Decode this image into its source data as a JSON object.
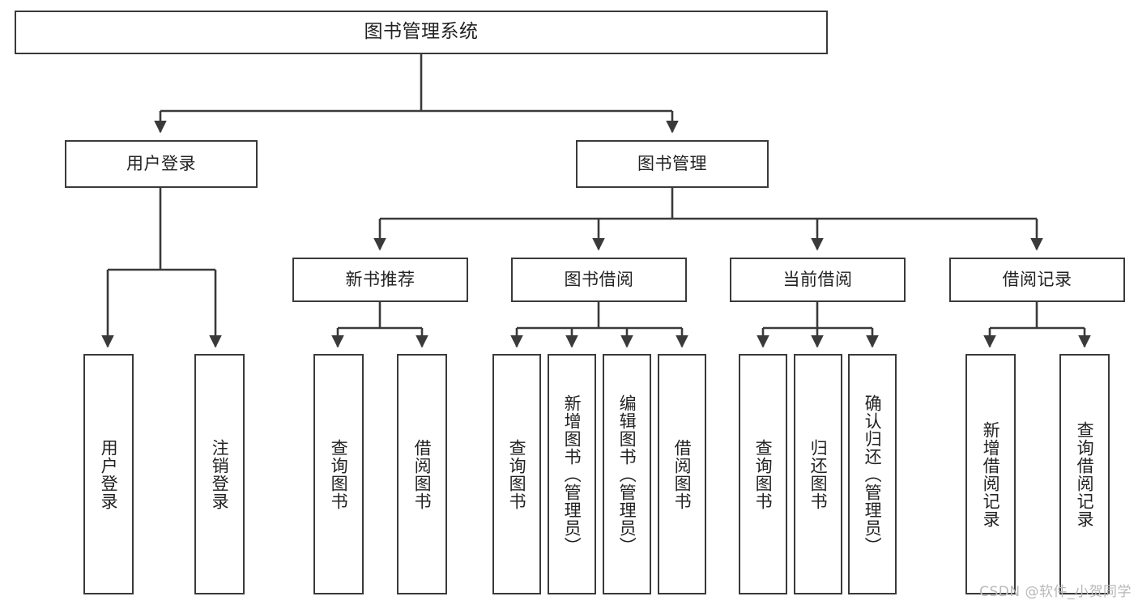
{
  "diagram": {
    "title": "图书管理系统",
    "type": "tree-hierarchy",
    "watermark": "CSDN @软件_小贺同学",
    "colors": {
      "node_border": "#3a3a3a",
      "node_fill": "#ffffff",
      "edge": "#3a3a3a",
      "text": "#222222",
      "watermark": "#b8b8b8",
      "background": "#ffffff"
    },
    "nodes": {
      "root": {
        "label": "图书管理系统"
      },
      "level2": [
        {
          "id": "user-login",
          "label": "用户登录"
        },
        {
          "id": "book-manage",
          "label": "图书管理"
        }
      ],
      "level3": [
        {
          "id": "new-book-recommend",
          "label": "新书推荐"
        },
        {
          "id": "book-borrow",
          "label": "图书借阅"
        },
        {
          "id": "current-borrow",
          "label": "当前借阅"
        },
        {
          "id": "borrow-record",
          "label": "借阅记录"
        }
      ],
      "leaves": {
        "user-login": [
          {
            "id": "leaf-user-login",
            "label": "用户登录"
          },
          {
            "id": "leaf-user-logout",
            "label": "注销登录"
          }
        ],
        "new-book-recommend": [
          {
            "id": "leaf-query-book-1",
            "label": "查询图书"
          },
          {
            "id": "leaf-borrow-book-1",
            "label": "借阅图书"
          }
        ],
        "book-borrow": [
          {
            "id": "leaf-query-book-2",
            "label": "查询图书"
          },
          {
            "id": "leaf-add-book",
            "label": "新增图书（管理员）"
          },
          {
            "id": "leaf-edit-book",
            "label": "编辑图书（管理员）"
          },
          {
            "id": "leaf-borrow-book-2",
            "label": "借阅图书"
          }
        ],
        "current-borrow": [
          {
            "id": "leaf-query-book-3",
            "label": "查询图书"
          },
          {
            "id": "leaf-return-book",
            "label": "归还图书"
          },
          {
            "id": "leaf-confirm-return",
            "label": "确认归还（管理员）"
          }
        ],
        "borrow-record": [
          {
            "id": "leaf-add-record",
            "label": "新增借阅记录"
          },
          {
            "id": "leaf-query-record",
            "label": "查询借阅记录"
          }
        ]
      }
    }
  }
}
